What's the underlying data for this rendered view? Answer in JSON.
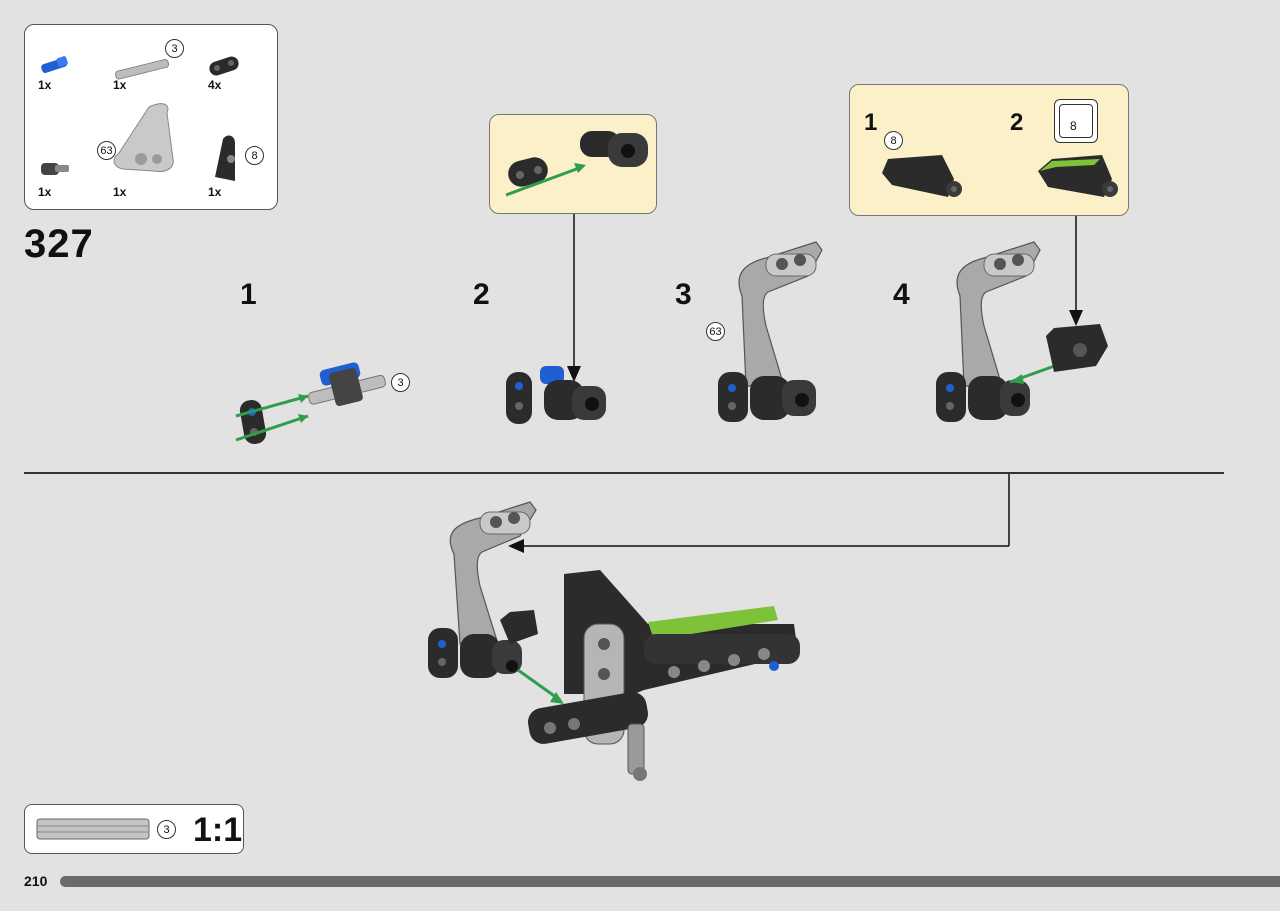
{
  "step": {
    "number": "327"
  },
  "parts": [
    {
      "qty": "1x",
      "icon": "blue-connector-pin-icon",
      "color": "#1f5fd1"
    },
    {
      "qty": "1x",
      "icon": "axle-3-icon",
      "length": "3"
    },
    {
      "qty": "4x",
      "icon": "black-half-beam-icon"
    },
    {
      "qty": "1x",
      "icon": "grey-axle-pin-icon"
    },
    {
      "qty": "1x",
      "icon": "grey-panel-63-icon",
      "callout": "63"
    },
    {
      "qty": "1x",
      "icon": "black-panel-8-icon",
      "callout": "8"
    }
  ],
  "substeps": [
    {
      "label": "1",
      "callout": "3"
    },
    {
      "label": "2"
    },
    {
      "label": "3",
      "callout": "63"
    },
    {
      "label": "4"
    }
  ],
  "sticker_box": {
    "items": [
      {
        "label": "1",
        "callout": "8"
      },
      {
        "label": "2",
        "sticker": "8"
      }
    ]
  },
  "scale": {
    "axle_length": "3",
    "ratio": "1:1"
  },
  "page": {
    "number": "210"
  },
  "colors": {
    "background": "#e2e2e2",
    "callout_box": "#fbf0c8",
    "arrow_green": "#2e9e4a",
    "part_black": "#2b2b2b",
    "part_grey": "#a9a9a9",
    "accent_blue": "#1f5fd1",
    "sticker_green": "#7ec23a"
  }
}
